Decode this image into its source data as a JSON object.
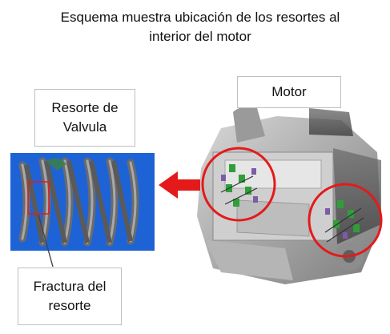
{
  "title": {
    "line1": "Esquema muestra ubicación de los resortes al",
    "line2": "interior del motor"
  },
  "labels": {
    "resorte_line1": "Resorte de",
    "resorte_line2": "Valvula",
    "motor": "Motor",
    "fractura_line1": "Fractura del",
    "fractura_line2": "resorte"
  },
  "colors": {
    "accent_red": "#e41a1a",
    "spring_background": "#1e63d6",
    "highlight_green": "#2f9e3a"
  },
  "icons": {
    "arrow": "arrow-left-icon"
  }
}
